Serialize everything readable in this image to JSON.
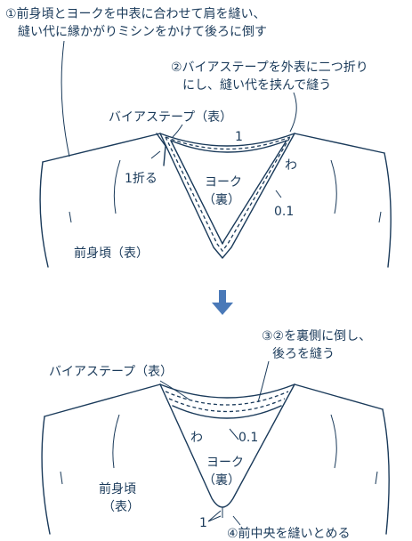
{
  "top_panel": {
    "step1_line1": "①前身頃とヨークを中表に合わせて肩を縫い、",
    "step1_line2": "縫い代に縁かがりミシンをかけて後ろに倒す",
    "step2_line1": "②バイアステープを外表に二つ折り",
    "step2_line2": "にし、縫い代を挟んで縫う",
    "bias_tape_label": "バイアステープ（表）",
    "fold_label": "1折る",
    "yoke_label_1": "ヨーク",
    "yoke_label_2": "（裏）",
    "wa_label": "わ",
    "measure_1": "1",
    "measure_01": "0.1",
    "front_label": "前身頃（表）"
  },
  "arrow": {
    "icon": "down-arrow-icon",
    "color": "#4a79b8"
  },
  "bottom_panel": {
    "step3_line1": "③②を裏側に倒し、",
    "step3_line2": "後ろを縫う",
    "bias_tape_label": "バイアステープ（表）",
    "wa_label": "わ",
    "measure_01": "0.1",
    "yoke_label_1": "ヨーク",
    "yoke_label_2": "（裏）",
    "front_label_1": "前身頃",
    "front_label_2": "（表）",
    "measure_1": "1",
    "step4": "④前中央を縫いとめる"
  }
}
